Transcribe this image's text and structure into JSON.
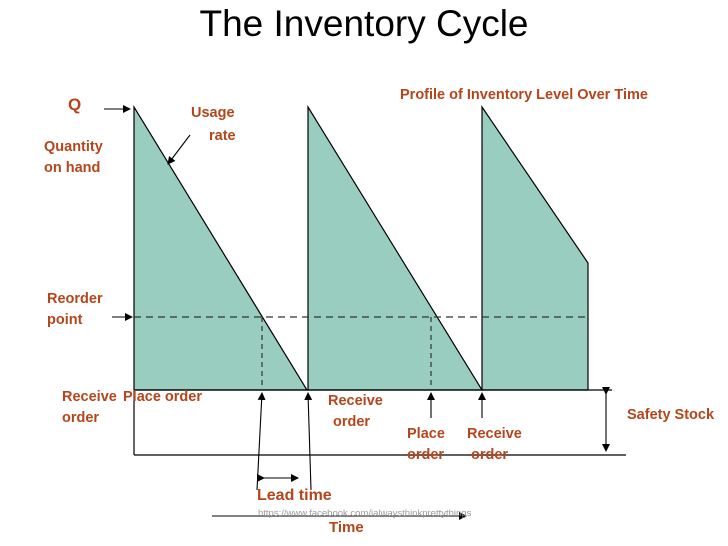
{
  "title": "The Inventory Cycle",
  "labels": {
    "profile": "Profile of Inventory Level Over Time",
    "q": "Q",
    "quantity_line1": "Quantity",
    "quantity_line2": "on hand",
    "usage_line1": "Usage",
    "usage_line2": "rate",
    "reorder_line1": "Reorder",
    "reorder_line2": "point",
    "receive1_line1": "Receive",
    "receive1_line2": "order",
    "place1": "Place order",
    "receive2_line1": "Receive",
    "receive2_line2": "order",
    "place2_line1": "Place",
    "place2_line2": "order",
    "receive3_line1": "Receive",
    "receive3_line2": "order",
    "safety_stock": "Safety Stock",
    "lead_time": "Lead time",
    "time": "Time",
    "url": "https://www.facebook.com/ialwaysthinkprettythings"
  },
  "colors": {
    "fill": "#99cdc0",
    "label": "#b5451b",
    "line": "#000000",
    "title": "#000000"
  }
}
